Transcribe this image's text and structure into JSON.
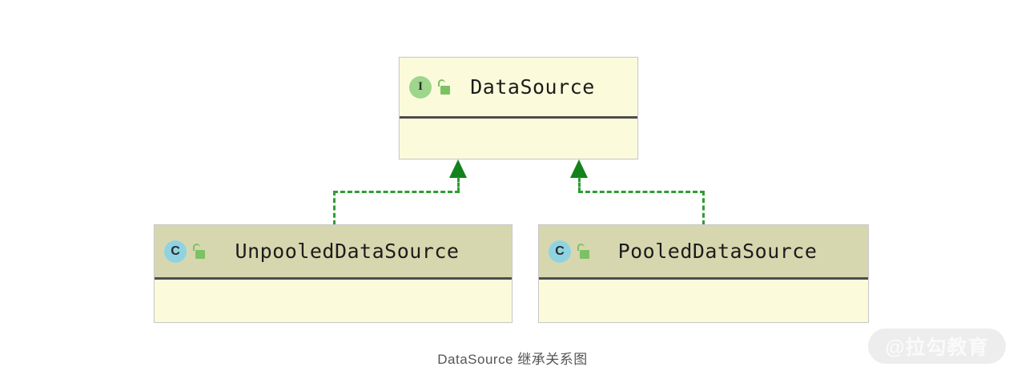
{
  "diagram": {
    "type": "uml-class-diagram",
    "caption": "DataSource 继承关系图",
    "background_color": "#ffffff",
    "nodes": [
      {
        "id": "datasource",
        "name": "DataSource",
        "stereotype": "I",
        "stereotype_meaning": "interface",
        "stereotype_color": "#9ed68c",
        "visibility_icon": "unlocked-padlock-icon",
        "visibility": "public",
        "header_color": "#fbfbdc",
        "body_color": "#fbfbdc",
        "border_color": "#c9c9c9"
      },
      {
        "id": "unpooleddatasource",
        "name": "UnpooledDataSource",
        "stereotype": "C",
        "stereotype_meaning": "class",
        "stereotype_color": "#8fd3e3",
        "visibility_icon": "unlocked-padlock-icon",
        "visibility": "public",
        "header_color": "#d7d7af",
        "body_color": "#fbfbdc",
        "border_color": "#c9c9c9"
      },
      {
        "id": "pooleddatasource",
        "name": "PooledDataSource",
        "stereotype": "C",
        "stereotype_meaning": "class",
        "stereotype_color": "#8fd3e3",
        "visibility_icon": "unlocked-padlock-icon",
        "visibility": "public",
        "header_color": "#d7d7af",
        "body_color": "#fbfbdc",
        "border_color": "#c9c9c9"
      }
    ],
    "edges": [
      {
        "from": "unpooleddatasource",
        "to": "datasource",
        "relation": "implements",
        "line_style": "dashed",
        "arrow": "hollow-triangle-filled",
        "color": "#2e9e32"
      },
      {
        "from": "pooleddatasource",
        "to": "datasource",
        "relation": "implements",
        "line_style": "dashed",
        "arrow": "hollow-triangle-filled",
        "color": "#2e9e32"
      }
    ]
  },
  "watermark": {
    "text": "@拉勾教育",
    "pill_color": "#ededed",
    "text_color": "#fafafa"
  }
}
